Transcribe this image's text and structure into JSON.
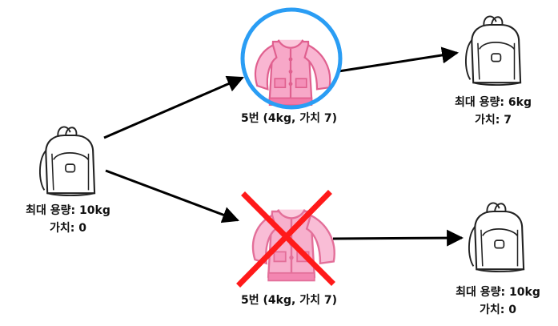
{
  "nodes": {
    "start_bag": {
      "capacity_text": "최대 용량: 10kg",
      "value_text": "가치: 0"
    },
    "item_taken": {
      "caption": "5번 (4kg, 가치 7)"
    },
    "item_skipped": {
      "caption": "5번 (4kg, 가치 7)"
    },
    "bag_taken": {
      "capacity_text": "최대 용량: 6kg",
      "value_text": "가치: 7"
    },
    "bag_skipped": {
      "capacity_text": "최대 용량: 10kg",
      "value_text": "가치: 0"
    }
  },
  "colors": {
    "highlight_ring": "#2a9df4",
    "cross": "#ff1a1a",
    "arrow": "#000000",
    "item_pink": "#f7a8c8",
    "item_dark_pink": "#e0608f"
  },
  "icons": {
    "bag": "backpack-icon",
    "item": "jacket-icon"
  }
}
